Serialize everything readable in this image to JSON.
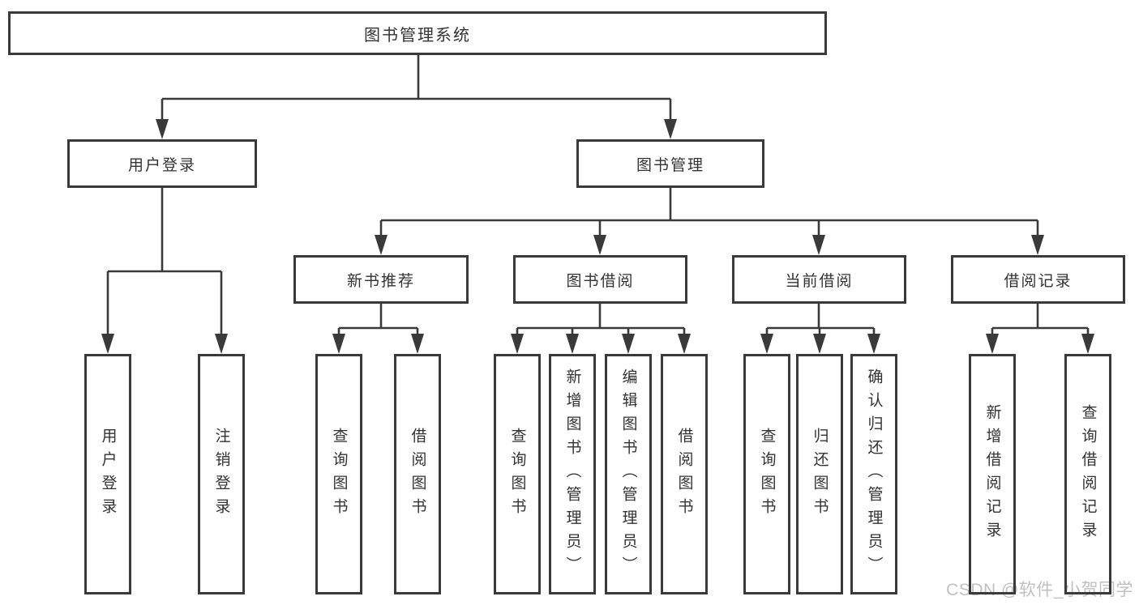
{
  "tree": {
    "root": {
      "label": "图书管理系统"
    },
    "children": [
      {
        "label": "用户登录",
        "children": [
          {
            "label": "用户登录"
          },
          {
            "label": "注销登录"
          }
        ]
      },
      {
        "label": "图书管理",
        "children": [
          {
            "label": "新书推荐",
            "children": [
              {
                "label": "查询图书"
              },
              {
                "label": "借阅图书"
              }
            ]
          },
          {
            "label": "图书借阅",
            "children": [
              {
                "label": "查询图书"
              },
              {
                "label": "新增图书（管理员）"
              },
              {
                "label": "编辑图书（管理员）"
              },
              {
                "label": "借阅图书"
              }
            ]
          },
          {
            "label": "当前借阅",
            "children": [
              {
                "label": "查询图书"
              },
              {
                "label": "归还图书"
              },
              {
                "label": "确认归还（管理员）"
              }
            ]
          },
          {
            "label": "借阅记录",
            "children": [
              {
                "label": "新增借阅记录"
              },
              {
                "label": "查询借阅记录"
              }
            ]
          }
        ]
      }
    ]
  },
  "watermark": {
    "text": "CSDN @软件_小贺同学"
  },
  "colors": {
    "line": "#3a3a3a",
    "text": "#333333",
    "watermark": "#c0c0c0",
    "background": "#ffffff"
  }
}
